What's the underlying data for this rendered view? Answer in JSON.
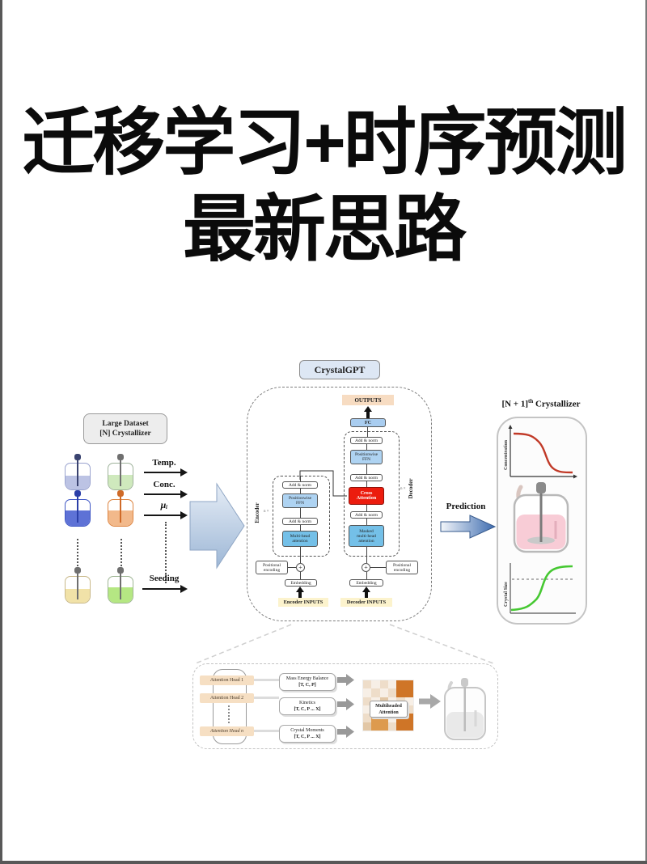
{
  "page": {
    "title_line1": "迁移学习+时序预测",
    "title_line2": "最新思路"
  },
  "diagram": {
    "model_name": "CrystalGPT",
    "dataset": {
      "line1": "Large Dataset",
      "line2": "[N] Crystallizer"
    },
    "inputs": {
      "temp": "Temp.",
      "conc": "Conc.",
      "mu": "μᵢ",
      "seeding": "Seeding"
    },
    "transformer": {
      "outputs": "OUTPUTS",
      "fc": "FC",
      "add_norm": "Add & norm",
      "pos_ffn": "Positionwise FFN",
      "mha": "Multi-head attention",
      "masked_mha": "Masked multi-head attention",
      "cross_attention": "Cross Attention",
      "encoder": "Encoder",
      "decoder": "Decoder",
      "multiplier": "n ×",
      "pos_encoding": "Positional encoding",
      "embedding": "Embedding",
      "plus": "+",
      "encoder_inputs": "Encoder INPUTS",
      "decoder_inputs": "Decoder INPUTS"
    },
    "prediction": {
      "label": "Prediction",
      "title_base": "[N + 1]",
      "title_sup": "th",
      "title_rest": " Crystallizer",
      "conc_axis": "Concentration",
      "size_axis": "Crystal Size"
    },
    "attention": {
      "heads": [
        "Attention Head 1",
        "Attention Head 2",
        "Attention Head n"
      ],
      "features": [
        {
          "name": "Mass Energy Balance",
          "vars": "[T, C, P]"
        },
        {
          "name": "Kinetics",
          "vars": "[T, C, P ... X]"
        },
        {
          "name": "Crystal Moments",
          "vars": "[T, C, P ... X]"
        }
      ],
      "multiheaded": "Multiheaded Attention"
    }
  },
  "vessels": [
    {
      "outline": "#9aa3cf",
      "liquid": "#bcc3e4",
      "rod": "#3a4370",
      "level": "52%"
    },
    {
      "outline": "#9fb39b",
      "liquid": "#cfe9bd",
      "rod": "#6f6f6f",
      "level": "55%"
    },
    {
      "outline": "#3f57c5",
      "liquid": "#5e72d6",
      "rod": "#2b3fa8",
      "level": "58%"
    },
    {
      "outline": "#dd8440",
      "liquid": "#f2b98b",
      "rod": "#cf6a28",
      "level": "58%"
    },
    {
      "outline": "#c9b98a",
      "liquid": "#f1e2a8",
      "rod": "#6f6f6f",
      "level": "52%"
    },
    {
      "outline": "#9fb694",
      "liquid": "#b5e783",
      "rod": "#6f6f6f",
      "level": "60%"
    }
  ],
  "heatmap": {
    "palette": [
      "#ffffff",
      "#f7efe6",
      "#eeddc9",
      "#e2c7a6",
      "#dd9a4e",
      "#cf7527"
    ],
    "matrix": [
      [
        2,
        1,
        2,
        1,
        5,
        5
      ],
      [
        1,
        2,
        1,
        2,
        5,
        5
      ],
      [
        2,
        1,
        3,
        1,
        2,
        1
      ],
      [
        1,
        3,
        2,
        1,
        2,
        2
      ],
      [
        2,
        4,
        4,
        1,
        5,
        5
      ],
      [
        3,
        4,
        4,
        2,
        5,
        5
      ]
    ]
  },
  "colors": {
    "cross_attention_red": "#ec1c0e",
    "attention_blue": "#74c0e8",
    "ffn_blue": "#aed3f2",
    "fc_blue": "#a9cdf0",
    "outputs_peach": "#f7dcc2",
    "inputs_yellow": "#fcf3cd",
    "model_box_blue": "#dde7f4",
    "head_tan": "#f6dfc3",
    "curve_red": "#c13a28",
    "curve_green": "#46c832",
    "prediction_arrow_blue": "#3f6db0"
  }
}
